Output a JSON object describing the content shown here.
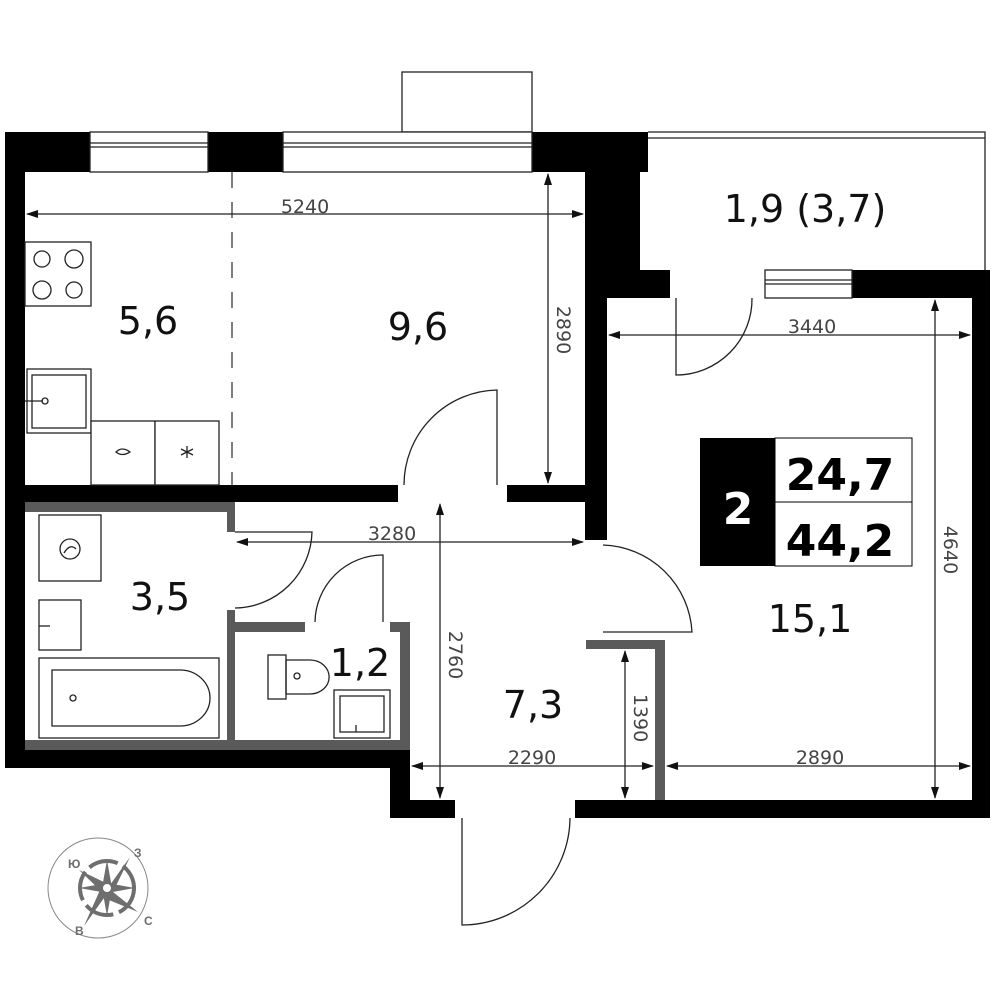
{
  "rooms": {
    "kitchen": "5,6",
    "living": "9,6",
    "balcony": "1,9 (3,7)",
    "bedroom": "15,1",
    "bathroom": "3,5",
    "wc": "1,2",
    "hall": "7,3"
  },
  "dimensions": {
    "kitchen_width": "5240",
    "kitchen_height": "2890",
    "bedroom_width": "3440",
    "bedroom_height": "4640",
    "hall_width": "3280",
    "hall_height": "2760",
    "hall_bottom": "2290",
    "bedroom_bottom": "2890",
    "closet": "1390"
  },
  "badge": {
    "rooms_count": "2",
    "living_area": "24,7",
    "total_area": "44,2"
  },
  "compass": {
    "north": "С",
    "south": "Ю",
    "east": "В",
    "west": "З"
  },
  "colors": {
    "wall": "#000000",
    "partition": "#5a5a5a",
    "compass": "#6e6e6e"
  }
}
